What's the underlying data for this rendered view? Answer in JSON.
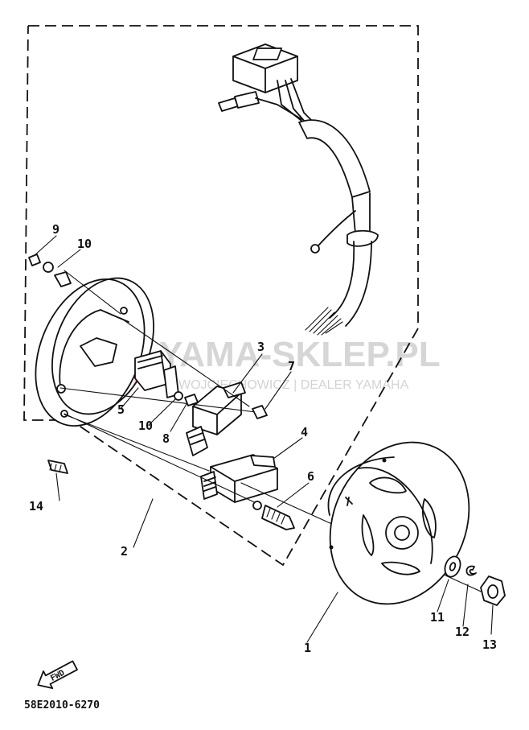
{
  "watermark": {
    "title": "YAMA-SKLEP.PL",
    "subtitle": "WOJCIECHOWICZ | DEALER YAMAHA"
  },
  "direction_label": "FWD",
  "diagram_code": "58E2010-6270",
  "callouts": [
    "1",
    "2",
    "3",
    "4",
    "5",
    "6",
    "7",
    "8",
    "9",
    "10",
    "10",
    "11",
    "12",
    "13",
    "14"
  ],
  "parts": [
    {
      "id": "1",
      "name": "rotor"
    },
    {
      "id": "2",
      "name": "stator assembly"
    },
    {
      "id": "3",
      "name": "coil"
    },
    {
      "id": "4",
      "name": "coil"
    },
    {
      "id": "5",
      "name": "coil"
    },
    {
      "id": "6",
      "name": "screw"
    },
    {
      "id": "7",
      "name": "screw"
    },
    {
      "id": "8",
      "name": "screw"
    },
    {
      "id": "9",
      "name": "screw"
    },
    {
      "id": "10",
      "name": "clamp"
    },
    {
      "id": "11",
      "name": "washer"
    },
    {
      "id": "12",
      "name": "lock washer"
    },
    {
      "id": "13",
      "name": "nut"
    },
    {
      "id": "14",
      "name": "screw"
    }
  ]
}
